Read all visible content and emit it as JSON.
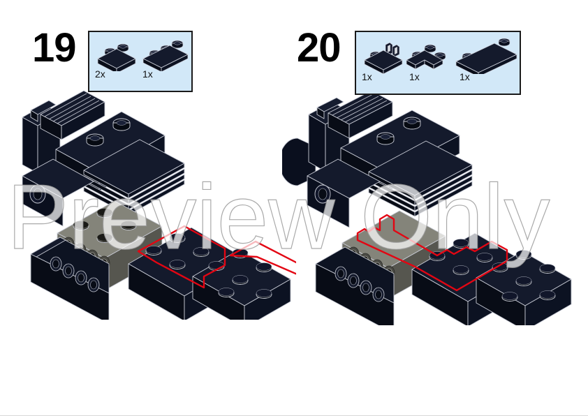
{
  "page": {
    "watermark": "Preview Only",
    "background_color": "#ffffff"
  },
  "colors": {
    "callout_fill": "#d2e8f8",
    "callout_border": "#1a1a1a",
    "brick_black": "#0d1220",
    "brick_black_top": "#161d30",
    "brick_black_side": "#080c16",
    "brick_gray": "#6f6f66",
    "brick_gray_top": "#84847a",
    "brick_gray_side": "#56564f",
    "edge_line": "#c9ccd6",
    "highlight_red": "#e30613",
    "step_number": "#000000"
  },
  "steps": [
    {
      "id": "step19",
      "number": "19",
      "callout": {
        "parts": [
          {
            "name": "plate-1x2",
            "qty": "2x"
          },
          {
            "name": "plate-1x3",
            "qty": "1x"
          }
        ]
      },
      "model_name": "sub-assembly-step-19"
    },
    {
      "id": "step20",
      "number": "20",
      "callout": {
        "parts": [
          {
            "name": "plate-1x2-with-clip",
            "qty": "1x"
          },
          {
            "name": "plate-2x2-corner",
            "qty": "1x"
          },
          {
            "name": "plate-1x4",
            "qty": "1x"
          }
        ]
      },
      "model_name": "sub-assembly-step-20"
    }
  ]
}
